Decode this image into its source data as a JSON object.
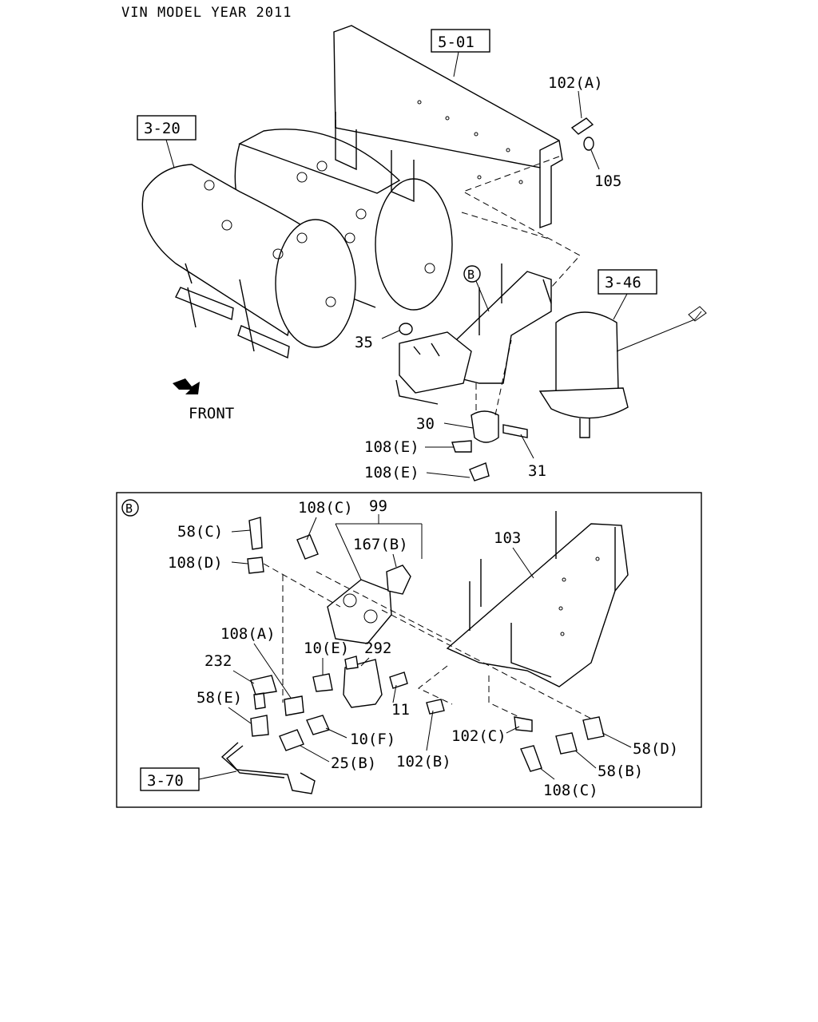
{
  "header": {
    "title": "VIN MODEL YEAR 2011"
  },
  "front_label": "FRONT",
  "references": {
    "ref_5_01": "5-01",
    "ref_3_20": "3-20",
    "ref_3_46": "3-46",
    "ref_3_70": "3-70"
  },
  "callouts": {
    "detail_b_circle": "B",
    "detail_b_panel": "B",
    "c_102a": "102(A)",
    "c_105": "105",
    "c_35": "35",
    "c_30": "30",
    "c_31": "31",
    "c_108e_1": "108(E)",
    "c_108e_2": "108(E)",
    "c_99": "99",
    "c_108c_top": "108(C)",
    "c_167b": "167(B)",
    "c_58c": "58(C)",
    "c_108d": "108(D)",
    "c_103": "103",
    "c_108a": "108(A)",
    "c_10e": "10(E)",
    "c_292": "292",
    "c_232": "232",
    "c_58e": "58(E)",
    "c_11": "11",
    "c_10f": "10(F)",
    "c_25b": "25(B)",
    "c_102b": "102(B)",
    "c_102c": "102(C)",
    "c_58d": "58(D)",
    "c_58b": "58(B)",
    "c_108c_bottom": "108(C)"
  }
}
